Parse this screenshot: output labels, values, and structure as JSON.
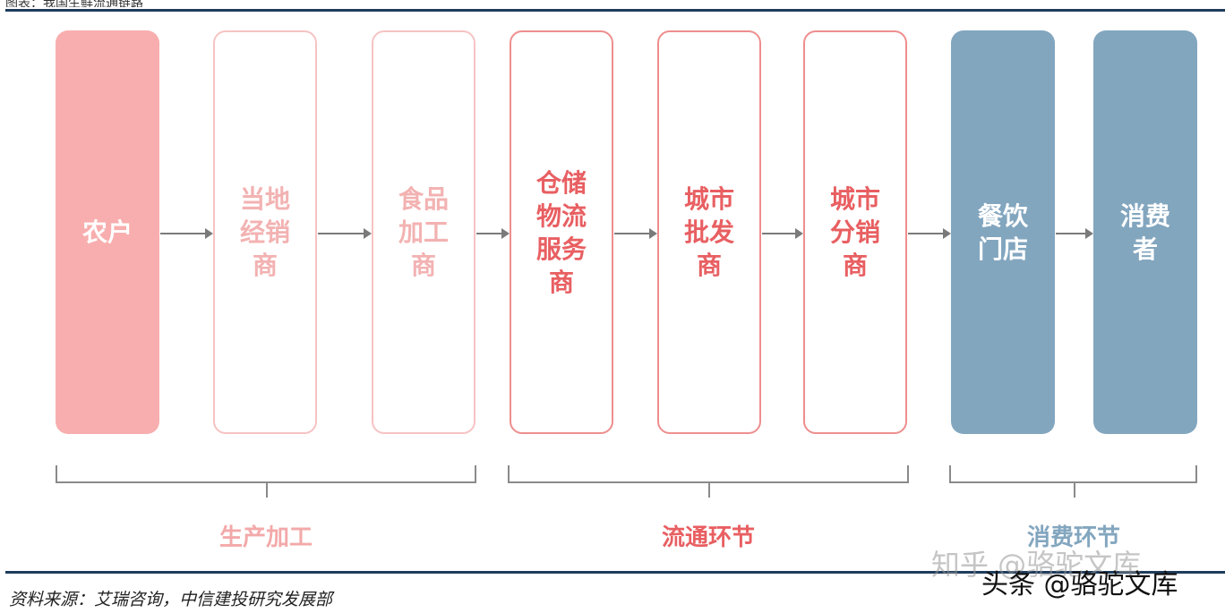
{
  "header": {
    "title_fragment": "图表：我国生鲜流通链路"
  },
  "nodes": [
    {
      "label": "农户"
    },
    {
      "label": "当地\n经销\n商"
    },
    {
      "label": "食品\n加工\n商"
    },
    {
      "label": "仓储\n物流\n服务\n商"
    },
    {
      "label": "城市\n批发\n商"
    },
    {
      "label": "城市\n分销\n商"
    },
    {
      "label": "餐饮\n门店"
    },
    {
      "label": "消费\n者"
    }
  ],
  "groups": [
    {
      "label": "生产加工",
      "color": "#f3a9a9"
    },
    {
      "label": "流通环节",
      "color": "#e85f62"
    },
    {
      "label": "消费环节",
      "color": "#83a6bf"
    }
  ],
  "colors": {
    "pink_fill": "#f8aeae",
    "pink_light_outline": "#f6c3c3",
    "pink_strong_outline": "#ee8e8e",
    "blue_fill": "#83a6bf",
    "rule": "#1f3c5c"
  },
  "footer": {
    "source": "资料来源：艾瑞咨询，中信建投研究发展部",
    "watermark_zhihu": "知乎 @骆驼文库",
    "watermark_toutiao": "头条 @骆驼文库"
  }
}
